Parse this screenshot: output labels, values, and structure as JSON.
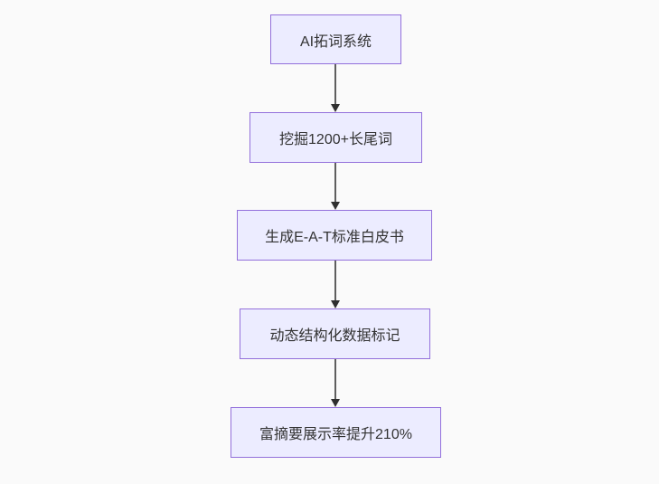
{
  "diagram": {
    "type": "flowchart",
    "direction": "top-down",
    "nodes": [
      {
        "id": "n1",
        "label": "AI拓词系统"
      },
      {
        "id": "n2",
        "label": "挖掘1200+长尾词"
      },
      {
        "id": "n3",
        "label": "生成E-A-T标准白皮书"
      },
      {
        "id": "n4",
        "label": "动态结构化数据标记"
      },
      {
        "id": "n5",
        "label": "富摘要展示率提升210%"
      }
    ],
    "edges": [
      {
        "from": "n1",
        "to": "n2"
      },
      {
        "from": "n2",
        "to": "n3"
      },
      {
        "from": "n3",
        "to": "n4"
      },
      {
        "from": "n4",
        "to": "n5"
      }
    ],
    "colors": {
      "background": "#fafafa",
      "node_fill": "#ececff",
      "node_border": "#9370db",
      "node_text": "#333333",
      "edge_line": "#5e5e5e",
      "edge_arrowhead": "#2f2f2f"
    }
  }
}
